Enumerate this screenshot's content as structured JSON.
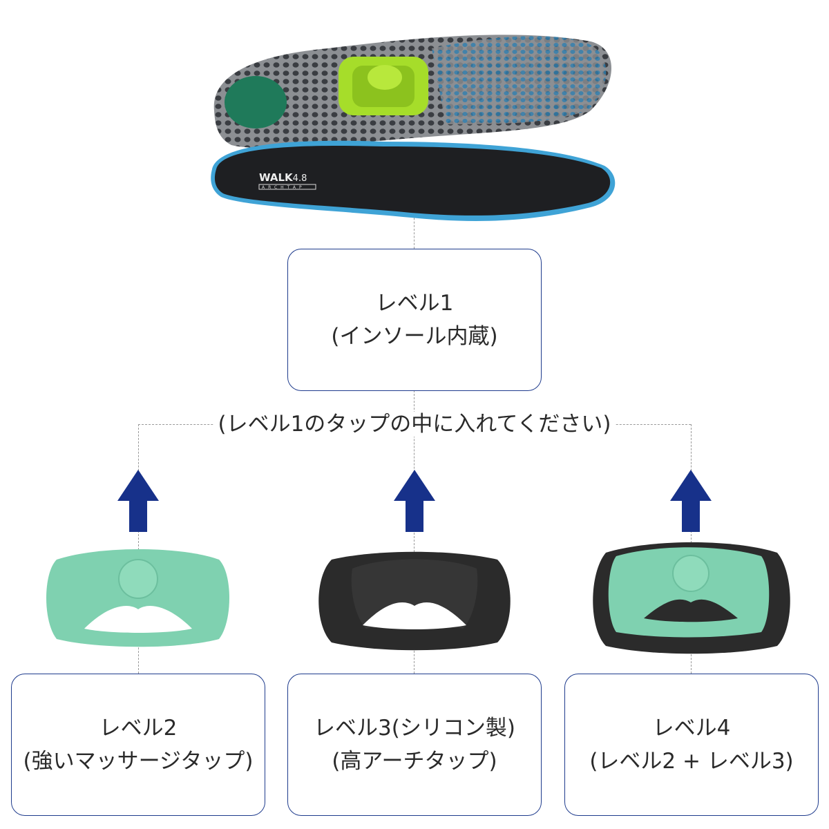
{
  "insole": {
    "logo": "WALK4.8",
    "logo_sub": "ARCHTAP"
  },
  "level1": {
    "title": "レベル1",
    "subtitle": "(インソール内蔵)"
  },
  "instruction": "(レベル1のタップの中に入れてください)",
  "levels": [
    {
      "title": "レベル2",
      "subtitle": "(強いマッサージタップ)",
      "color": "#7fd1b0"
    },
    {
      "title": "レベル3(シリコン製)",
      "subtitle": "(高アーチタップ)",
      "color": "#2b2b2b"
    },
    {
      "title": "レベル4",
      "subtitle": "(レベル2 + レベル3)",
      "color": "#7fd1b0"
    }
  ],
  "colors": {
    "accent": "#1d3a8c",
    "arrow": "#17318a"
  }
}
